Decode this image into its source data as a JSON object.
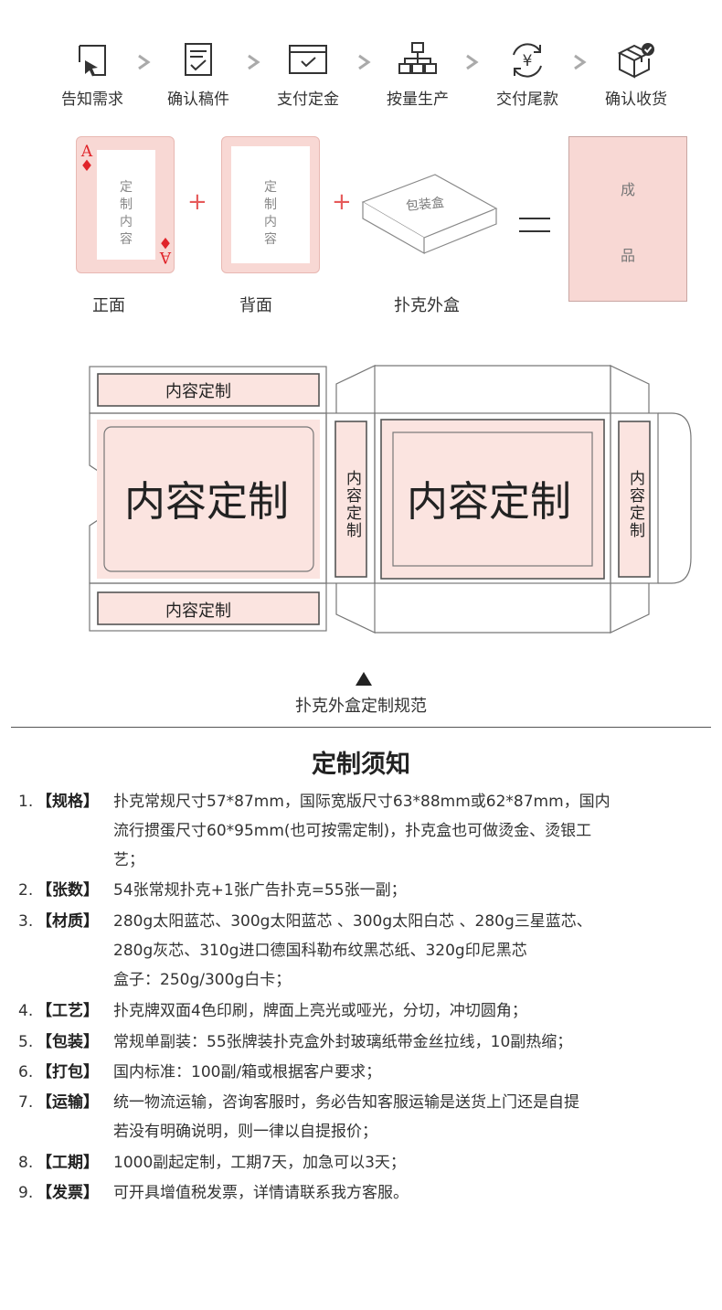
{
  "steps": [
    {
      "label": "告知需求",
      "icon": "cursor-icon"
    },
    {
      "label": "确认稿件",
      "icon": "document-check-icon"
    },
    {
      "label": "支付定金",
      "icon": "payment-window-icon"
    },
    {
      "label": "按量生产",
      "icon": "hierarchy-icon"
    },
    {
      "label": "交付尾款",
      "icon": "yen-refresh-icon"
    },
    {
      "label": "确认收货",
      "icon": "box-check-icon"
    }
  ],
  "composition": {
    "front_text": [
      "定",
      "制",
      "内",
      "容"
    ],
    "back_text": [
      "定",
      "制",
      "内",
      "容"
    ],
    "ace_rank": "A",
    "ace_suit": "♦",
    "box_label": "包装盒",
    "product_top": "成",
    "product_bottom": "品",
    "captions": {
      "front": "正面",
      "back": "背面",
      "box": "扑克外盒"
    }
  },
  "dieline": {
    "flap_label": "内容定制",
    "main_label": "内容定制",
    "side_label": "内容定制",
    "caption": "扑克外盒定制规范"
  },
  "notes": {
    "title": "定制须知",
    "items": [
      {
        "num": "1.",
        "tag": "【规格】",
        "text": "扑克常规尺寸57*87mm，国际宽版尺寸63*88mm或62*87mm，国内\n流行掼蛋尺寸60*95mm(也可按需定制)，扑克盒也可做烫金、烫银工\n艺；"
      },
      {
        "num": "2.",
        "tag": "【张数】",
        "text": "54张常规扑克+1张广告扑克=55张一副；"
      },
      {
        "num": "3.",
        "tag": "【材质】",
        "text": "280g太阳蓝芯、300g太阳蓝芯 、300g太阳白芯 、280g三星蓝芯、\n280g灰芯、310g进口德国科勒布纹黑芯纸、320g印尼黑芯\n盒子：250g/300g白卡；"
      },
      {
        "num": "4.",
        "tag": "【工艺】",
        "text": "扑克牌双面4色印刷，牌面上亮光或哑光，分切，冲切圆角；"
      },
      {
        "num": "5.",
        "tag": "【包装】",
        "text": "常规单副装：55张牌装扑克盒外封玻璃纸带金丝拉线，10副热缩；"
      },
      {
        "num": "6.",
        "tag": "【打包】",
        "text": "国内标准：100副/箱或根据客户要求；"
      },
      {
        "num": "7.",
        "tag": "【运输】",
        "text": "统一物流运输，咨询客服时，务必告知客服运输是送货上门还是自提\n若没有明确说明，则一律以自提报价；"
      },
      {
        "num": "8.",
        "tag": "【工期】",
        "text": "1000副起定制，工期7天，加急可以3天；"
      },
      {
        "num": "9.",
        "tag": "【发票】",
        "text": "可开具增值税发票，详情请联系我方客服。"
      }
    ]
  }
}
